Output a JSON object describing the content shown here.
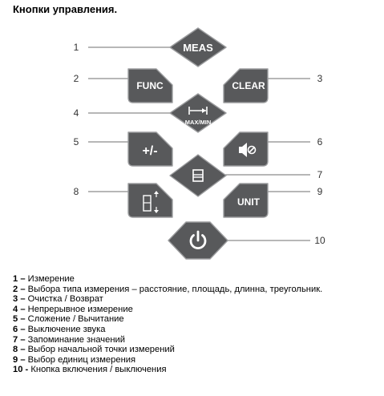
{
  "heading": "Кнопки управления.",
  "buttons": {
    "meas": {
      "label": "MEAS",
      "number": "1"
    },
    "func": {
      "label": "FUNC",
      "number": "2"
    },
    "clear": {
      "label": "CLEAR",
      "number": "3"
    },
    "maxmin": {
      "label": "MAX/MIN",
      "number": "4"
    },
    "plusminus": {
      "label": "+/-",
      "number": "5"
    },
    "mute": {
      "number": "6",
      "icon": "speaker-mute-icon"
    },
    "memory": {
      "number": "7",
      "icon": "memory-icon"
    },
    "reference": {
      "number": "8",
      "icon": "reference-point-icon"
    },
    "unit": {
      "label": "UNIT",
      "number": "9"
    },
    "power": {
      "number": "10",
      "icon": "power-icon"
    }
  },
  "legend": [
    {
      "num": "1 –",
      "text": " Измерение"
    },
    {
      "num": "2 –",
      "text": " Выбора типа измерения – расстояние, площадь, длинна, треугольник."
    },
    {
      "num": "3 –",
      "text": " Очистка / Возврат"
    },
    {
      "num": "4 –",
      "text": " Непрерывное измерение"
    },
    {
      "num": "5 –",
      "text": " Сложение / Вычитание"
    },
    {
      "num": "6 –",
      "text": " Выключение звука"
    },
    {
      "num": "7 –",
      "text": " Запоминание значений"
    },
    {
      "num": "8 –",
      "text": " Выбор начальной точки измерений"
    },
    {
      "num": "9 –",
      "text": " Выбор единиц измерения"
    },
    {
      "num": "10 -",
      "text": " Кнопка включения / выключения"
    }
  ]
}
